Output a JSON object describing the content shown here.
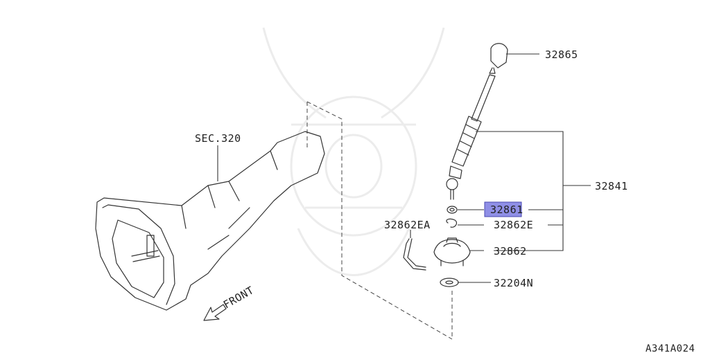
{
  "labels": {
    "sec": "SEC.320",
    "p32865": "32865",
    "p32841": "32841",
    "p32861": "32861",
    "p32862EA": "32862EA",
    "p32862E": "32862E",
    "p32862": "32862",
    "p32204N": "32204N",
    "front": "FRONT",
    "ref": "A341A024"
  },
  "colors": {
    "highlight": "#8f8fe6",
    "highlight_border": "#4a4ab0",
    "ink": "#333333",
    "watermark": "#ececec"
  },
  "highlighted_part": "32861"
}
